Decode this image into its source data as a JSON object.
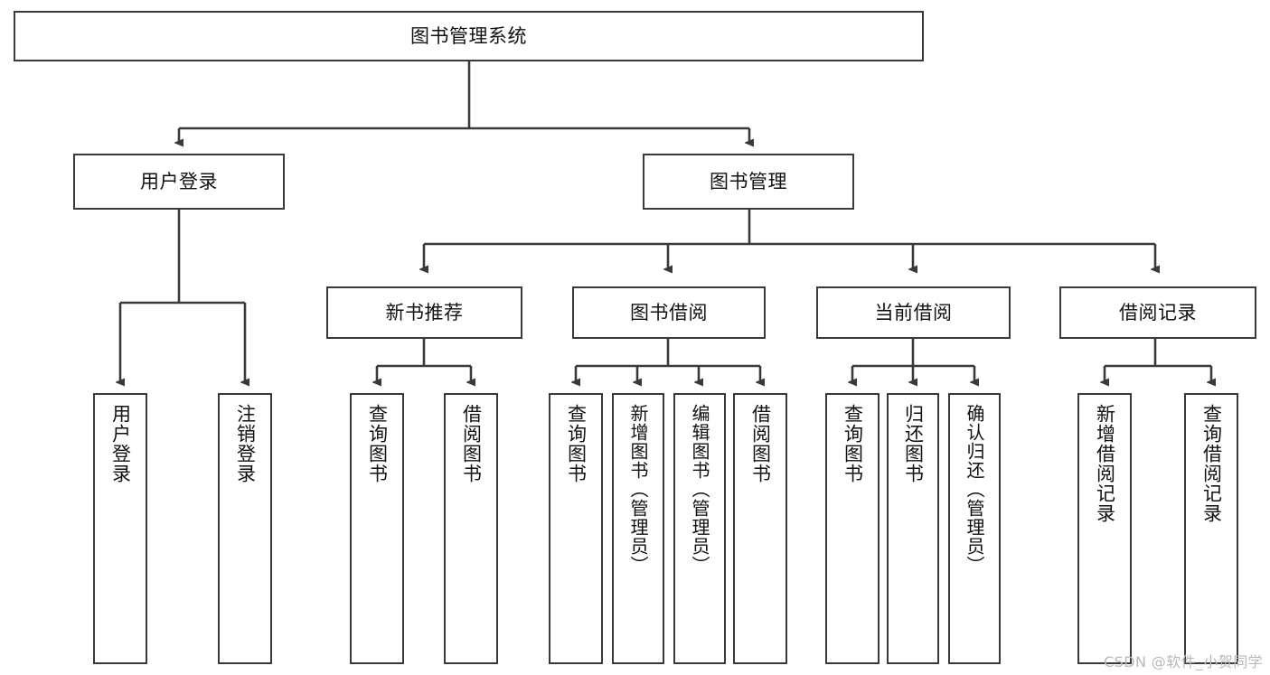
{
  "title": "图书管理系统",
  "watermark": "CSDN @软件_小贺同学",
  "diagram": {
    "type": "tree",
    "orientation": "top-down",
    "root": {
      "label": "图书管理系统"
    },
    "level1": [
      {
        "label": "用户登录"
      },
      {
        "label": "图书管理"
      }
    ],
    "level2": [
      {
        "label": "新书推荐"
      },
      {
        "label": "图书借阅"
      },
      {
        "label": "当前借阅"
      },
      {
        "label": "借阅记录"
      }
    ],
    "leaves": {
      "user_login": [
        {
          "label": "用户登录"
        },
        {
          "label": "注销登录"
        }
      ],
      "new_book_recommend": [
        {
          "label": "查询图书"
        },
        {
          "label": "借阅图书"
        }
      ],
      "book_borrow": [
        {
          "label": "查询图书"
        },
        {
          "label": "新增图书（管理员）"
        },
        {
          "label": "编辑图书（管理员）"
        },
        {
          "label": "借阅图书"
        }
      ],
      "current_borrow": [
        {
          "label": "查询图书"
        },
        {
          "label": "归还图书"
        },
        {
          "label": "确认归还（管理员）"
        }
      ],
      "borrow_record": [
        {
          "label": "新增借阅记录"
        },
        {
          "label": "查询借阅记录"
        }
      ]
    }
  },
  "colors": {
    "stroke": "#3a3a3a",
    "fill": "#ffffff",
    "text": "#111111",
    "watermark": "#b9b9b9"
  }
}
